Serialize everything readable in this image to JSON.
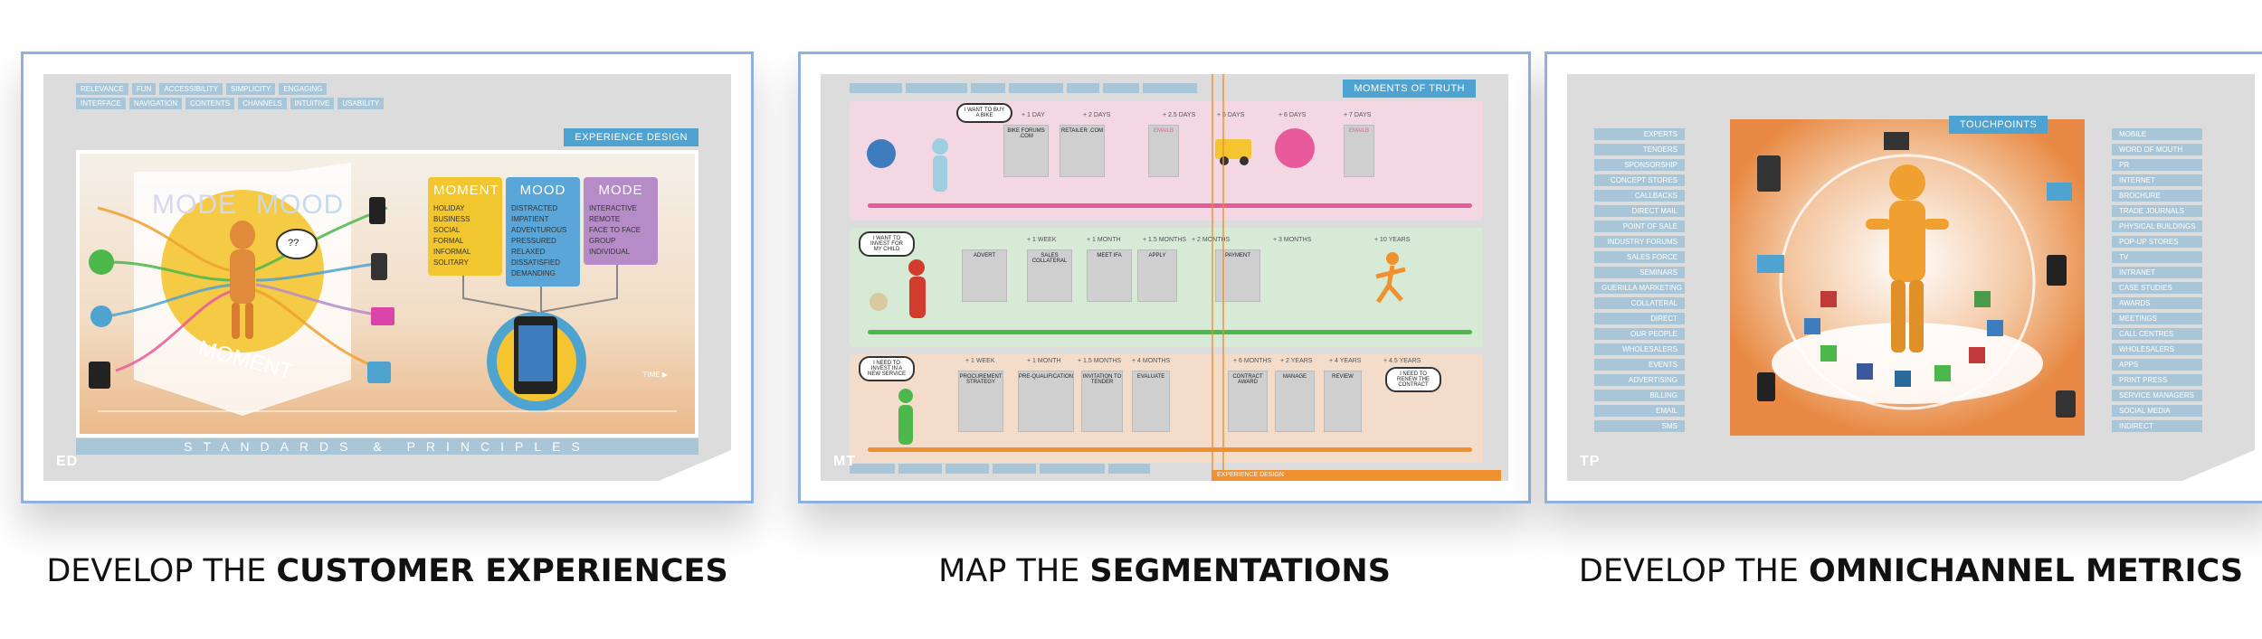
{
  "panels": [
    {
      "code": "ED",
      "banner": "EXPERIENCE DESIGN",
      "caption_prefix": "DEVELOP THE ",
      "caption_bold": "CUSTOMER EXPERIENCES",
      "tags_row1": [
        "RELEVANCE",
        "FUN",
        "ACCESSIBILITY",
        "SIMPLICITY",
        "ENGAGING"
      ],
      "tags_row2": [
        "INTERFACE",
        "NAVIGATION",
        "CONTENTS",
        "CHANNELS",
        "INTUITIVE",
        "USABILITY"
      ],
      "footer": "STANDARDS & PRINCIPLES",
      "background_text": {
        "mode": "MODE",
        "mood": "MOOD",
        "moment": "MOMENT"
      },
      "thought_bubble": "??",
      "time_label": "TIME ▶",
      "columns": [
        {
          "title": "MOMENT",
          "color": "#f2c62f",
          "items": [
            "HOLIDAY",
            "BUSINESS",
            "SOCIAL",
            "FORMAL",
            "INFORMAL",
            "SOLITARY"
          ]
        },
        {
          "title": "MOOD",
          "color": "#5aa6d8",
          "items": [
            "DISTRACTED",
            "IMPATIENT",
            "ADVENTUROUS",
            "PRESSURED",
            "RELAXED",
            "DISSATISFIED",
            "DEMANDING"
          ]
        },
        {
          "title": "MODE",
          "color": "#b58cc8",
          "items": [
            "INTERACTIVE",
            "REMOTE",
            "FACE TO FACE",
            "GROUP",
            "INDIVIDUAL"
          ]
        }
      ]
    },
    {
      "code": "MT",
      "banner": "MOMENTS OF TRUTH",
      "footer_banner": "EXPERIENCE DESIGN",
      "caption_prefix": "MAP THE ",
      "caption_bold": "SEGMENTATIONS",
      "bands": [
        {
          "color": "#f3d7e3",
          "line": "#e85a9b",
          "bubble": "I WANT TO BUY A BIKE",
          "times": [
            "+ 1 DAY",
            "+ 2 DAYS",
            "+ 2.5 DAYS",
            "+ 5 DAYS",
            "+ 6 DAYS",
            "+ 7 DAYS"
          ],
          "cards": [
            "BIKE FORUMS .COM",
            "RETAILER .COM",
            "EMAILB",
            "",
            "",
            "EMAILB"
          ]
        },
        {
          "color": "#d6ead6",
          "line": "#4cb84c",
          "bubble": "I WANT TO INVEST FOR MY CHILD",
          "times": [
            "+ 1 WEEK",
            "+ 1 MONTH",
            "+ 1.5 MONTHS",
            "+ 2 MONTHS",
            "+ 3 MONTHS",
            "+ 10 YEARS"
          ],
          "cards": [
            "ADVERT",
            "SALES COLLATERAL",
            "MEET IFA",
            "APPLY",
            "PAYMENT",
            ""
          ]
        },
        {
          "color": "#f4dccb",
          "line": "#f0902e",
          "bubble": "I NEED TO INVEST IN A NEW SERVICE",
          "bubble_right": "I NEED TO RENEW THE CONTRACT",
          "times": [
            "+ 1 WEEK",
            "+ 1 MONTH",
            "+ 1.5 MONTHS",
            "+ 4 MONTHS",
            "+ 6 MONTHS",
            "+ 2 YEARS",
            "+ 4 YEARS",
            "+ 4.5 YEARS"
          ],
          "cards": [
            "PROCUREMENT STRATEGY",
            "PRE-QUALIFICATION",
            "INVITATION TO TENDER",
            "EVALUATE",
            "CONTRACT AWARD",
            "MANAGE",
            "REVIEW"
          ]
        }
      ]
    },
    {
      "code": "TP",
      "banner": "TOUCHPOINTS",
      "caption_prefix": "DEVELOP THE ",
      "caption_bold": "OMNICHANNEL METRICS",
      "left_list": [
        "EXPERTS",
        "TENDERS",
        "SPONSORSHIP",
        "CONCEPT STORES",
        "CALLBACKS",
        "DIRECT MAIL",
        "POINT OF SALE",
        "INDUSTRY FORUMS",
        "SALES FORCE",
        "SEMINARS",
        "GUERILLA MARKETING",
        "COLLATERAL",
        "DIRECT",
        "OUR PEOPLE",
        "WHOLESALERS",
        "EVENTS",
        "ADVERTISING",
        "BILLING",
        "EMAIL",
        "SMS"
      ],
      "right_list": [
        "MOBILE",
        "WORD OF MOUTH",
        "PR",
        "INTERNET",
        "BROCHURE",
        "TRADE JOURNALS",
        "PHYSICAL BUILDINGS",
        "POP-UP STORES",
        "TV",
        "INTRANET",
        "CASE STUDIES",
        "AWARDS",
        "MEETINGS",
        "CALL CENTRES",
        "WHOLESALERS",
        "APPS",
        "PRINT PRESS",
        "SERVICE MANAGERS",
        "SOCIAL MEDIA",
        "INDIRECT"
      ]
    }
  ]
}
